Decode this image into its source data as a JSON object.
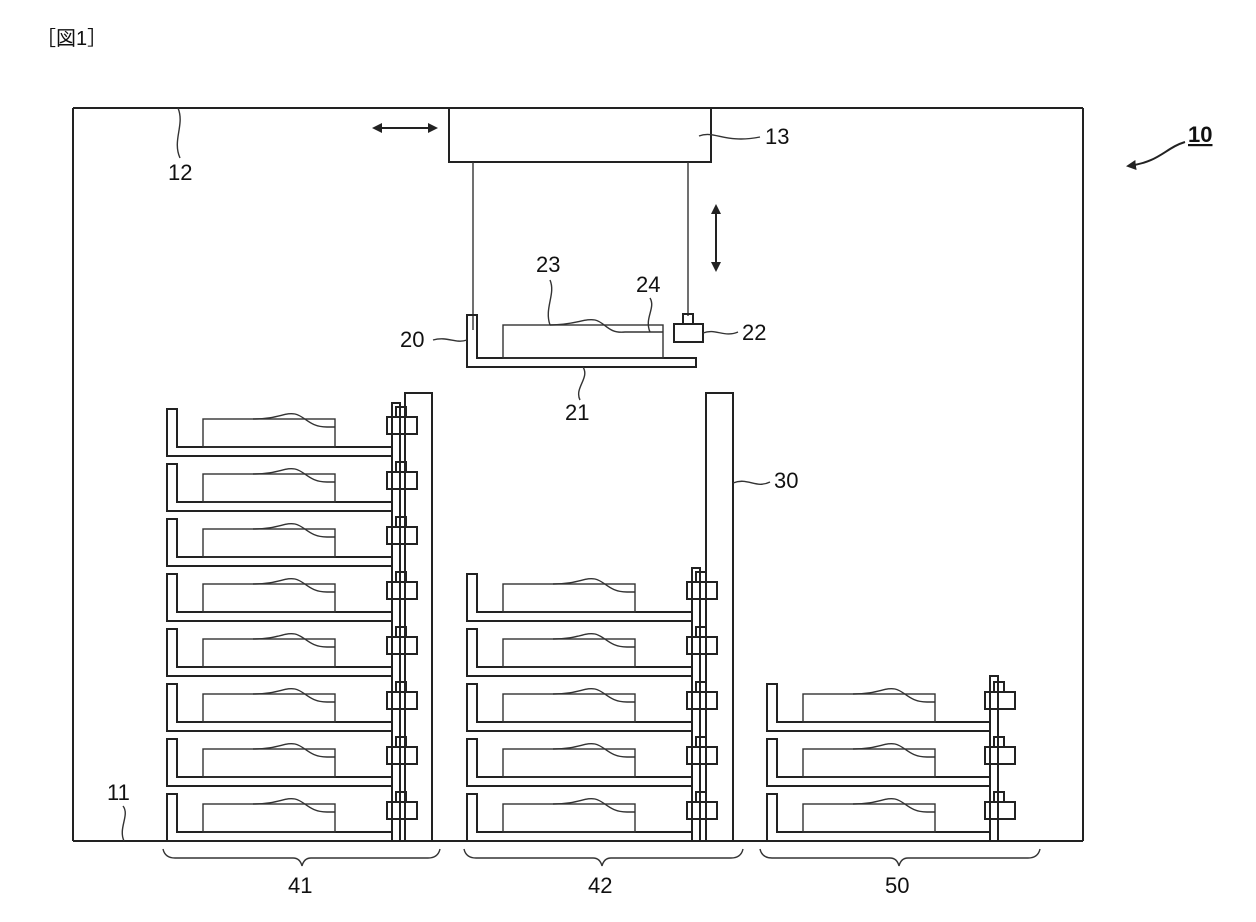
{
  "figure_label": "［図1］",
  "labels": {
    "system": "10",
    "floor": "11",
    "ceiling": "12",
    "gantry": "13",
    "tray": "20",
    "tray_base": "21",
    "clamp": "22",
    "battery": "23",
    "cable": "24",
    "pillar": "30",
    "rack_a": "41",
    "rack_b": "42",
    "rack_c": "50"
  },
  "racks": {
    "rack_a_tiers": 8,
    "rack_b_tiers": 5,
    "rack_c_tiers": 3
  }
}
